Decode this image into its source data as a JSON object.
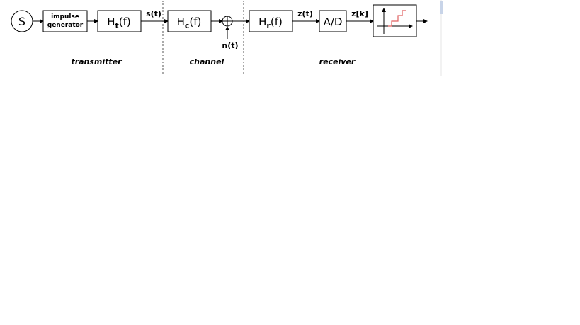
{
  "source": {
    "label": "S"
  },
  "blocks": {
    "impulse_generator": {
      "line1": "impulse",
      "line2": "generator"
    },
    "tx_filter": {
      "main": "H",
      "sub": "t",
      "arg": "(f)"
    },
    "channel_filter": {
      "main": "H",
      "sub": "c",
      "arg": "(f)"
    },
    "rx_filter": {
      "main": "H",
      "sub": "r",
      "arg": "(f)"
    },
    "adc": {
      "label": "A/D"
    }
  },
  "signals": {
    "s_t": "s(t)",
    "n_t": "n(t)",
    "z_t": "z(t)",
    "z_k": "z[k]"
  },
  "sections": {
    "transmitter": "transmitter",
    "channel": "channel",
    "receiver": "receiver"
  },
  "colors": {
    "stroke": "#000000",
    "quantizer_steps": "#e06060",
    "scrollbar": "#c8d4e8"
  }
}
